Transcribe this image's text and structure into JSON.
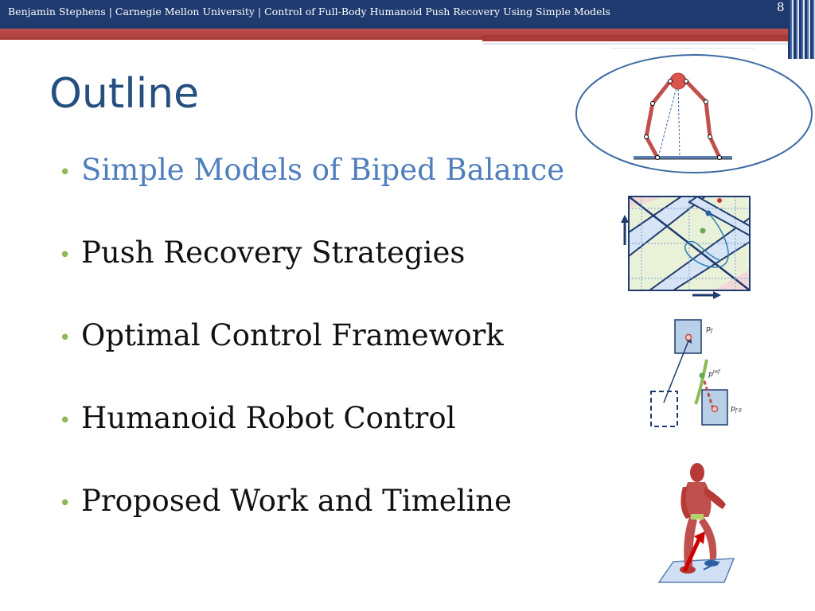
{
  "header": {
    "text": "Benjamin Stephens | Carnegie Mellon University | Control of Full-Body Humanoid Push Recovery Using Simple Models",
    "page_number": "8"
  },
  "title": "Outline",
  "bullets": [
    {
      "label": "Simple Models of Biped Balance",
      "active": true
    },
    {
      "label": "Push Recovery Strategies",
      "active": false
    },
    {
      "label": "Optimal Control Framework",
      "active": false
    },
    {
      "label": "Humanoid Robot Control",
      "active": false
    },
    {
      "label": "Proposed Work and Timeline",
      "active": false
    }
  ],
  "figures": {
    "step_labels": {
      "pf": "p",
      "pf_sub": "f",
      "pref": "p",
      "pref_sup": "ref",
      "pf0": "p",
      "pf0_sub": "f 0"
    }
  },
  "colors": {
    "header_blue": "#1f3a6e",
    "header_red": "#c0504d",
    "title": "#254f7e",
    "active_bullet": "#4f7fbd",
    "bullet_dot": "#8fba57"
  }
}
